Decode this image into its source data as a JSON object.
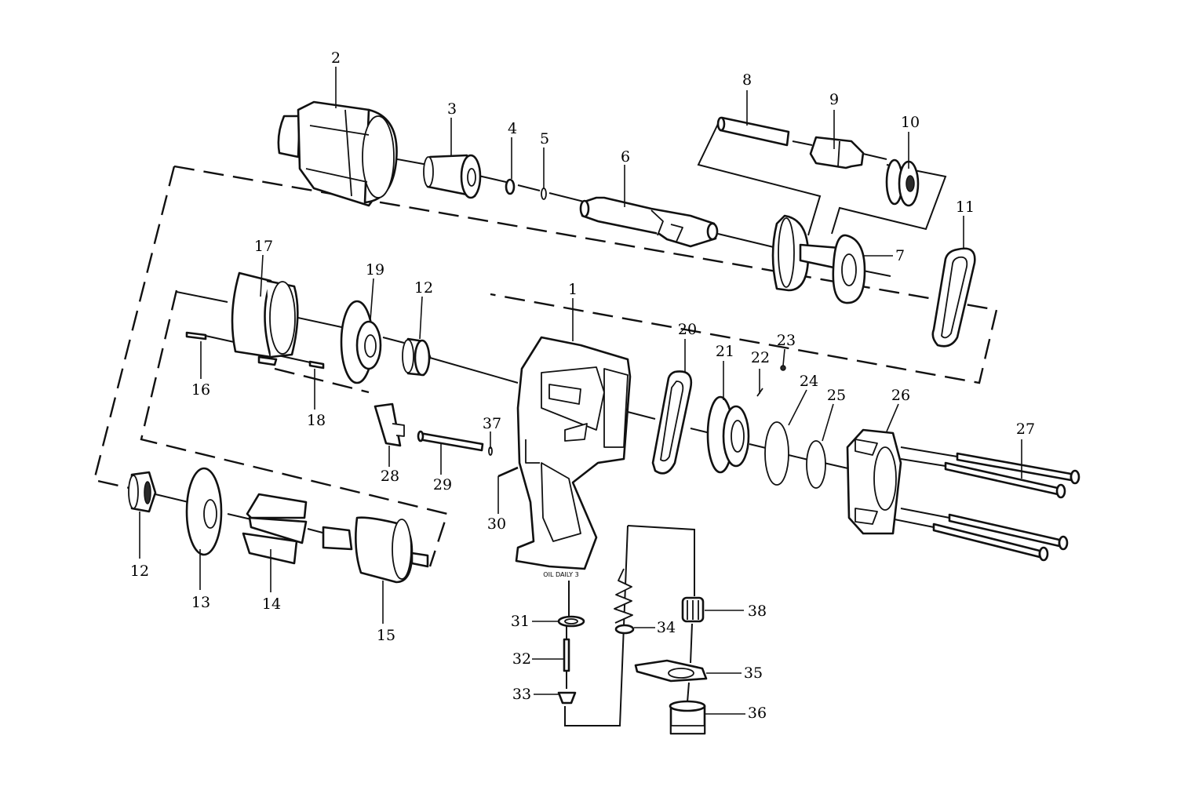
{
  "labels": {
    "p1": "1",
    "p2": "2",
    "p3": "3",
    "p4": "4",
    "p5": "5",
    "p6": "6",
    "p7": "7",
    "p8": "8",
    "p9": "9",
    "p10": "10",
    "p11": "11",
    "p12a": "12",
    "p12b": "12",
    "p13": "13",
    "p14": "14",
    "p15": "15",
    "p16": "16",
    "p17": "17",
    "p18": "18",
    "p19": "19",
    "p20": "20",
    "p21": "21",
    "p22": "22",
    "p23": "23",
    "p24": "24",
    "p25": "25",
    "p26": "26",
    "p27": "27",
    "p28": "28",
    "p29": "29",
    "p30": "30",
    "p31": "31",
    "p32": "32",
    "p33": "33",
    "p34": "34",
    "p35": "35",
    "p36": "36",
    "p37": "37",
    "p38": "38"
  },
  "housing_stamp": "OIL DAILY 3"
}
